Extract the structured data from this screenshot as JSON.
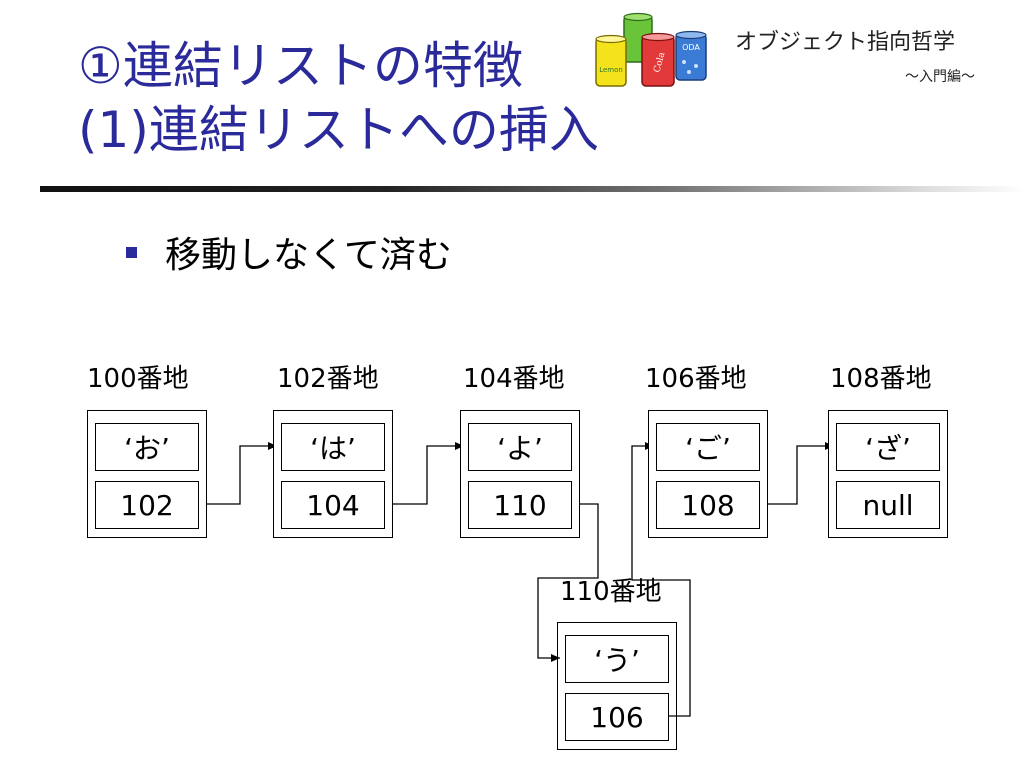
{
  "header": {
    "title_line1": "①連結リストの特徴",
    "title_line2": "(1)連結リストへの挿入",
    "brand": "オブジェクト指向哲学",
    "brand_subtitle": "～入門編～",
    "logo_can_labels": [
      "Lemon",
      "Cola",
      "ODA"
    ]
  },
  "bullet": {
    "text": "移動しなくて済む"
  },
  "nodes": [
    {
      "address": "100番地",
      "value": "‘お’",
      "next": "102"
    },
    {
      "address": "102番地",
      "value": "‘は’",
      "next": "104"
    },
    {
      "address": "104番地",
      "value": "‘よ’",
      "next": "110"
    },
    {
      "address": "106番地",
      "value": "‘ご’",
      "next": "108"
    },
    {
      "address": "108番地",
      "value": "‘ざ’",
      "next": "null"
    },
    {
      "address": "110番地",
      "value": "‘う’",
      "next": "106"
    }
  ],
  "colors": {
    "title": "#2a2a9a",
    "bullet": "#2a2a9a",
    "line": "#000000"
  }
}
